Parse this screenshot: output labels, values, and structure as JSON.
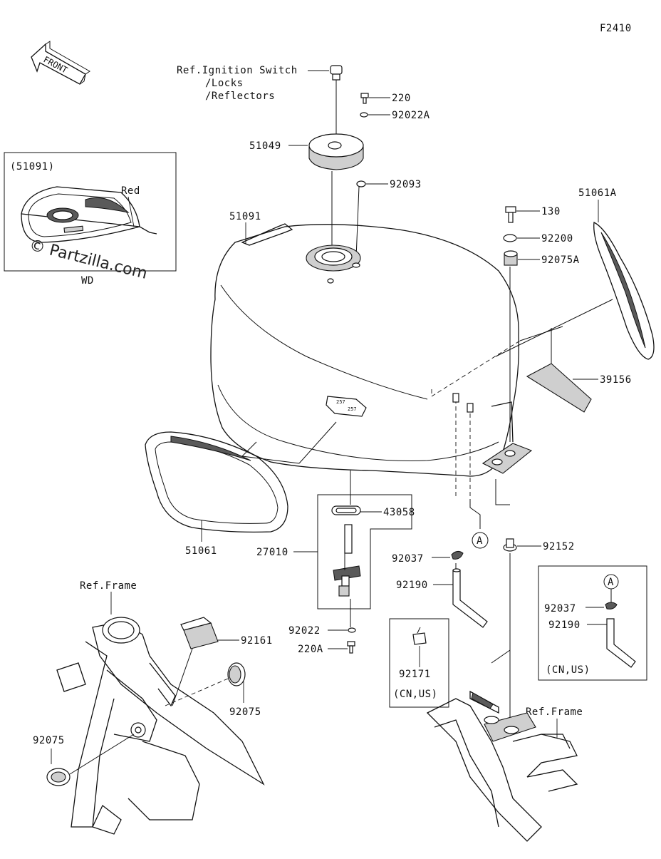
{
  "diagram_id": "F2410",
  "front_arrow_text": "FRONT",
  "watermark": "© Partzilla.com",
  "inset_top": {
    "code": "(51091)",
    "color_label": "Red",
    "variant": "WD"
  },
  "ref_ignition": [
    "Ref.Ignition Switch",
    "/Locks",
    "/Reflectors"
  ],
  "ref_frame_left": "Ref.Frame",
  "ref_frame_right": "Ref.Frame",
  "circle_marker": "A",
  "parts": {
    "p220": "220",
    "p92022A": "92022A",
    "p51049": "51049",
    "p92093": "92093",
    "p51091": "51091",
    "p130": "130",
    "p51061A": "51061A",
    "p92200": "92200",
    "p92075A": "92075A",
    "p39156": "39156",
    "p51061": "51061",
    "p43058": "43058",
    "p27010": "27010",
    "p92037": "92037",
    "p92152": "92152",
    "p92190": "92190",
    "p92022": "92022",
    "p220A": "220A",
    "p92161": "92161",
    "p92075_right": "92075",
    "p92075_left": "92075",
    "p92171": "92171",
    "p92037_box": "92037",
    "p92190_box": "92190"
  },
  "box_92171_note": "(CN,US)",
  "box_A_note": "(CN,US)"
}
